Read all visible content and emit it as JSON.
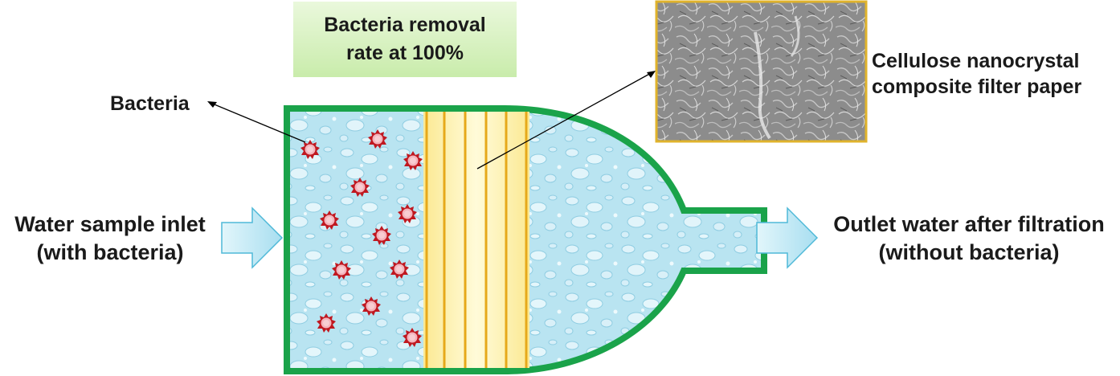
{
  "headline": {
    "line1": "Bacteria removal",
    "line2": "rate at 100%"
  },
  "labels": {
    "bacteria": "Bacteria",
    "filter_paper_line1": "Cellulose nanocrystal",
    "filter_paper_line2": "composite filter paper",
    "inlet_line1": "Water sample inlet",
    "inlet_line2": "(with bacteria)",
    "outlet_line1": "Outlet water after filtration",
    "outlet_line2": "(without bacteria)"
  },
  "colors": {
    "housing_outline": "#1aa34a",
    "water": "#b7e3f0",
    "filter": "#fdf3b0",
    "filter_lines": "#e6a91a",
    "bacteria": "#c01820",
    "arrow_fill": "#c6ecf6",
    "arrow_stroke": "#4fb9d8",
    "headline_box": "#c9ecab",
    "micrograph_border": "#e0b32c"
  },
  "icons": {
    "bacteria": "bacteria-icon",
    "inlet_arrow": "inlet-arrow-icon",
    "outlet_arrow": "outlet-arrow-icon"
  }
}
